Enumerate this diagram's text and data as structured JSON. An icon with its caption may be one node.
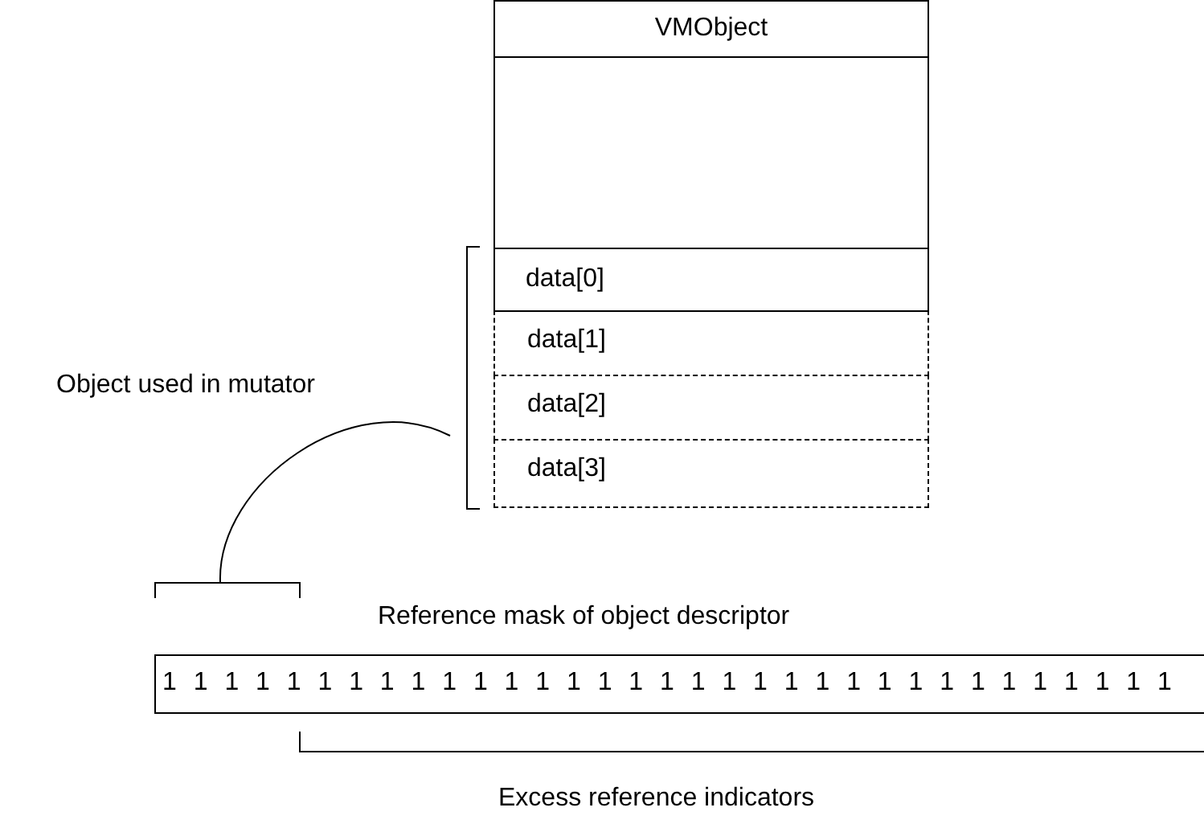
{
  "diagram": {
    "nodes": [
      {
        "text": [
          "VMObject"
        ]
      },
      {
        "text": [
          "data[0]"
        ],
        "in": 0
      },
      {
        "text": [
          "data[1]"
        ]
      },
      {
        "text": [
          "data[2]"
        ]
      },
      {
        "text": [
          "data[3]"
        ]
      },
      {
        "text": [
          "1 1 1 1 1 1 1 1 1 1 1 1 1 1 1 1 1 1 1 1 1 1 1 1 1 1 1 1 1 1 1 1 1"
        ]
      }
    ],
    "edges": [],
    "labels": [
      "Object used in mutator",
      "Reference mask of object descriptor",
      "Excess reference indicators"
    ]
  }
}
